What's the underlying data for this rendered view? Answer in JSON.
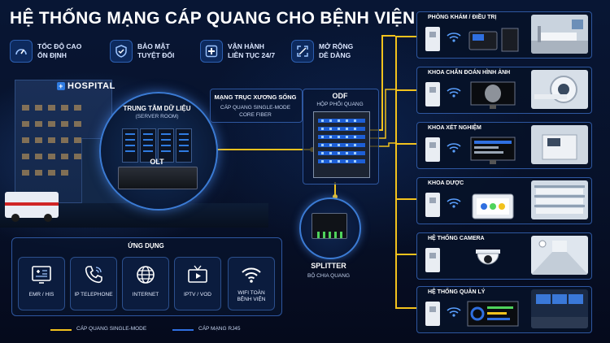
{
  "title": "HỆ THỐNG MẠNG CÁP QUANG CHO BỆNH VIỆN",
  "features": [
    {
      "icon": "speedometer-icon",
      "line1": "TỐC ĐỘ CAO",
      "line2": "ỔN ĐỊNH"
    },
    {
      "icon": "shield-check-icon",
      "line1": "BẢO MẬT",
      "line2": "TUYỆT ĐỐI"
    },
    {
      "icon": "medical-cross-icon",
      "line1": "VẬN HÀNH",
      "line2": "LIÊN TỤC 24/7"
    },
    {
      "icon": "expand-arrows-icon",
      "line1": "MỞ RỘNG",
      "line2": "DỄ DÀNG"
    }
  ],
  "hospital_sign": "HOSPITAL",
  "data_center": {
    "title": "TRUNG TÂM DỮ LIỆU",
    "subtitle": "(SERVER ROOM)",
    "olt_label": "OLT"
  },
  "backbone": {
    "title": "MẠNG TRỤC XƯƠNG SỐNG",
    "line1": "CÁP QUANG SINGLE-MODE",
    "line2": "CORE FIBER"
  },
  "odf": {
    "title": "ODF",
    "subtitle": "HỘP PHỐI QUANG"
  },
  "splitter": {
    "title": "SPLITTER",
    "subtitle": "BỘ CHIA QUANG"
  },
  "applications": {
    "title": "ỨNG DỤNG",
    "items": [
      {
        "icon": "emr-record-icon",
        "line1": "EMR / HIS",
        "line2": ""
      },
      {
        "icon": "phone-icon",
        "line1": "IP TELEPHONE",
        "line2": ""
      },
      {
        "icon": "globe-icon",
        "line1": "INTERNET",
        "line2": ""
      },
      {
        "icon": "tv-play-icon",
        "line1": "IPTV / VOD",
        "line2": ""
      },
      {
        "icon": "wifi-icon",
        "line1": "WIFI TOÀN",
        "line2": "BỆNH VIỆN"
      }
    ]
  },
  "legend": [
    {
      "label": "CÁP QUANG SINGLE-MODE",
      "color": "#f2c21d"
    },
    {
      "label": "CÁP MẠNG RJ45",
      "color": "#2f6fe0"
    }
  ],
  "departments": [
    {
      "title": "PHÒNG KHÁM / ĐIỀU TRỊ",
      "device": "ip-phone-icon",
      "photo": "ward-bed-photo"
    },
    {
      "title": "KHOA CHẨN ĐOÁN HÌNH ẢNH",
      "device": "xray-monitor-icon",
      "photo": "ct-scanner-photo"
    },
    {
      "title": "KHOA XÉT NGHIỆM",
      "device": "lab-monitor-icon",
      "photo": "lab-analyzer-photo"
    },
    {
      "title": "KHOA DƯỢC",
      "device": "tablet-icon",
      "photo": "pharmacy-shelves-photo"
    },
    {
      "title": "HỆ THỐNG CAMERA",
      "device": "dome-camera-icon",
      "photo": "corridor-camera-photo"
    },
    {
      "title": "HỆ THỐNG QUẢN LÝ",
      "device": "dashboard-monitor-icon",
      "photo": "control-room-photo"
    }
  ],
  "colors": {
    "fiber": "#f2c21d",
    "rj45": "#2f6fe0",
    "accent": "#3b7bd4",
    "background": "#071129"
  }
}
